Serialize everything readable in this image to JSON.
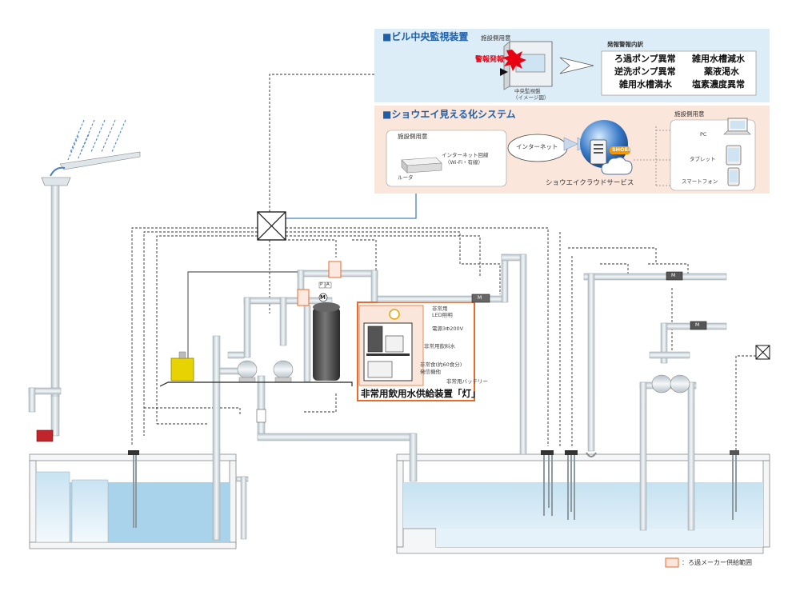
{
  "top_panel": {
    "title": "■ビル中央監視装置",
    "subtitle": "施設側用意",
    "alarm_flash": "警報発報",
    "monitor_caption_1": "中央監視盤",
    "monitor_caption_2": "（イメージ図）",
    "list_title": "発報警報内訳",
    "alarms": [
      "ろ過ポンプ異常",
      "雑用水槽減水",
      "逆洗ポンプ異常",
      "薬液渇水",
      "雑用水槽満水",
      "塩素濃度異常"
    ]
  },
  "cloud_panel": {
    "title": "■ショウエイ見える化システム",
    "facility_label": "施設側用意",
    "router_label": "ルータ",
    "internet_line_1": "インターネット回線",
    "internet_line_2": "（Wi-Fi・有線）",
    "internet_bubble": "インターネット",
    "shoei_badge": "SHOEI",
    "cloud_service": "ショウエイクラウドサービス",
    "devices_title": "施設側用意",
    "devices": [
      "PC",
      "タブレット",
      "スマートフォン"
    ]
  },
  "emergency_unit": {
    "led_1": "非常用",
    "led_2": "LED照明",
    "power": "電源3Φ200V",
    "water": "非常用飲料水",
    "food_1": "非常食(約60食分)",
    "food_2": "発信機他",
    "battery": "非常用バッテリー",
    "title": "非常用飲用水供給装置「灯」"
  },
  "symbols": {
    "motor": "M",
    "pressure_gauge": "P",
    "ammeter": "A",
    "valve_motor": "M"
  },
  "legend": {
    "label": "：ろ過メーカー供給範囲"
  },
  "colors": {
    "panel_blue": "#dcedf8",
    "panel_peach": "#fbe6dc",
    "panel_border": "#e8c2ae",
    "supply_orange": "#ea6a2c",
    "title_blue": "#1f5fa8",
    "water_blue": "#a9d3ea",
    "pipe_gray": "#c9d2d8"
  }
}
